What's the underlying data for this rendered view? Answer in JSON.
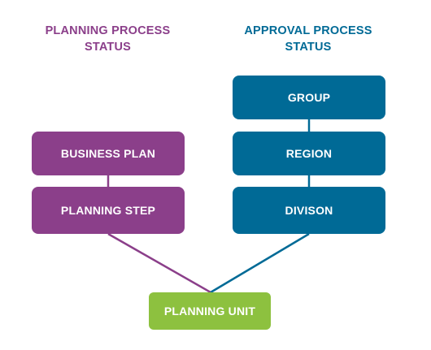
{
  "colors": {
    "planning": "#8b3f8a",
    "approval": "#006a96",
    "unit": "#8dc13f"
  },
  "headings": {
    "planning": [
      "PLANNING PROCESS",
      "STATUS"
    ],
    "approval": [
      "APPROVAL PROCESS",
      "STATUS"
    ]
  },
  "nodes": {
    "business_plan": "BUSINESS PLAN",
    "planning_step": "PLANNING STEP",
    "group": "GROUP",
    "region": "REGION",
    "division": "DIVISON",
    "planning_unit": "PLANNING UNIT"
  }
}
